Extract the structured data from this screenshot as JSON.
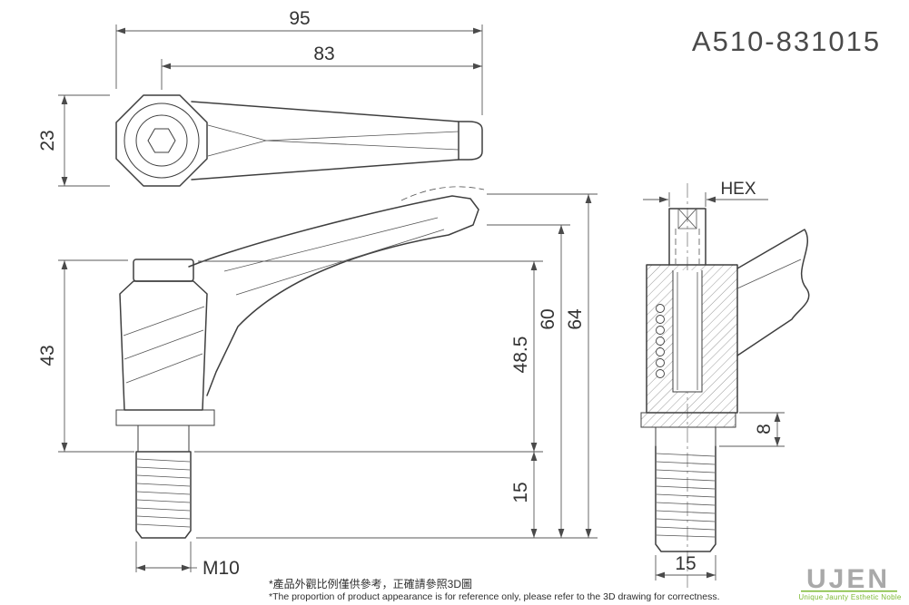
{
  "part_number": "A510-831015",
  "views": {
    "top": {
      "dim_overall_length": "95",
      "dim_handle_length": "83",
      "dim_head_height": "23"
    },
    "front": {
      "dim_body_height": "43",
      "thread_spec": "M10",
      "dim_to_grip_base": "48.5",
      "dim_thread_length": "15",
      "dim_to_handle_underside": "60",
      "dim_overall_height": "64"
    },
    "section": {
      "hex_label": "HEX",
      "dim_collar_height": "8",
      "dim_stud_width": "15"
    }
  },
  "notes": {
    "line_zh": "*產品外觀比例僅供參考，正確請參照3D圖",
    "line_en": "*The proportion of product appearance is for reference only, please refer to the 3D drawing for correctness."
  },
  "logo": {
    "name": "UJEN",
    "tagline": "Unique Jaunty Esthetic Noble"
  },
  "colors": {
    "line": "#3f3f3f",
    "dimension": "#5a5a5a",
    "accent_green": "#7cb933",
    "logo_gray": "#a9a9a9"
  }
}
